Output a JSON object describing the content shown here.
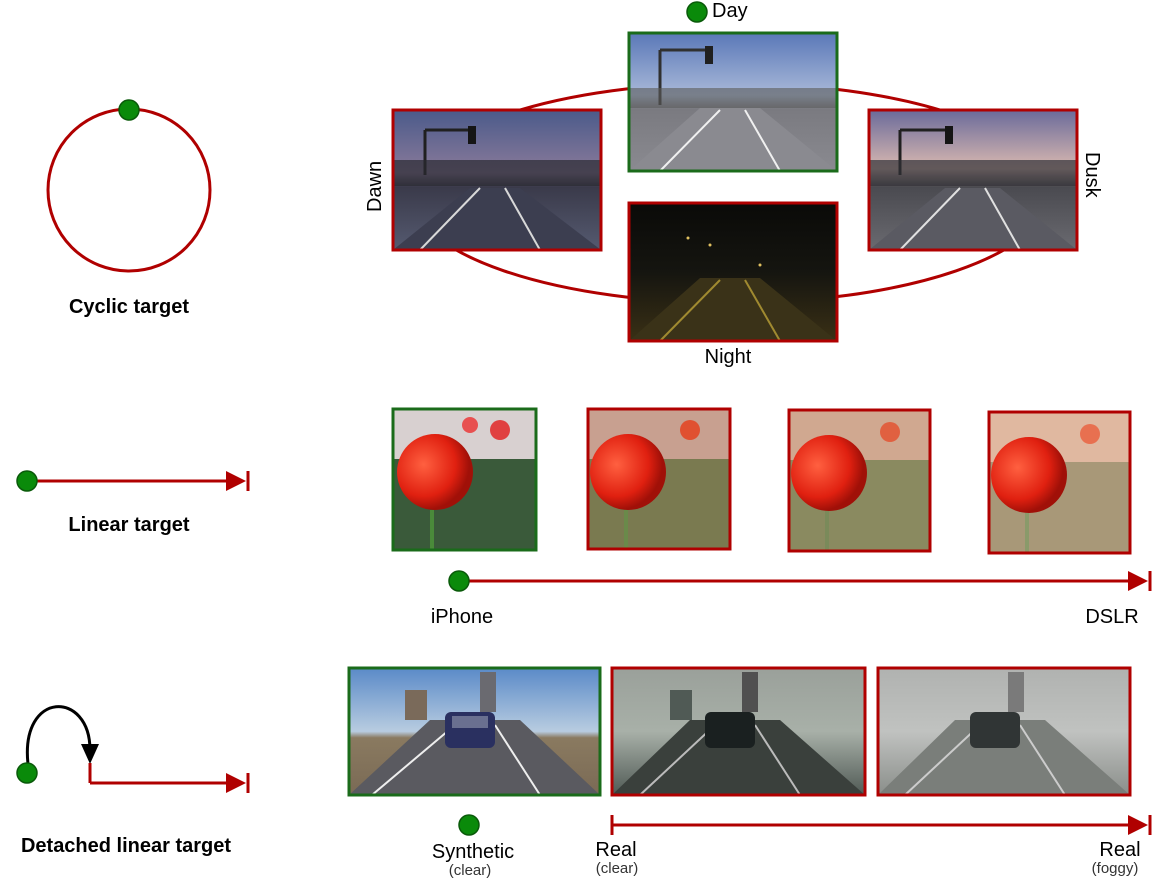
{
  "colors": {
    "target": "#b00000",
    "source": "#1a6b1a",
    "dot": "#0a8a0a",
    "arrow": "#000000"
  },
  "rows": {
    "cyclic": {
      "label": "Cyclic target",
      "images": [
        "Dawn",
        "Day",
        "Dusk",
        "Night"
      ],
      "source": "Day"
    },
    "linear": {
      "label": "Linear target",
      "start": "iPhone",
      "end": "DSLR"
    },
    "detached": {
      "label": "Detached linear target",
      "source_label": "Synthetic",
      "source_sub": "(clear)",
      "start_label": "Real",
      "start_sub": "(clear)",
      "end_label": "Real",
      "end_sub": "(foggy)"
    }
  }
}
